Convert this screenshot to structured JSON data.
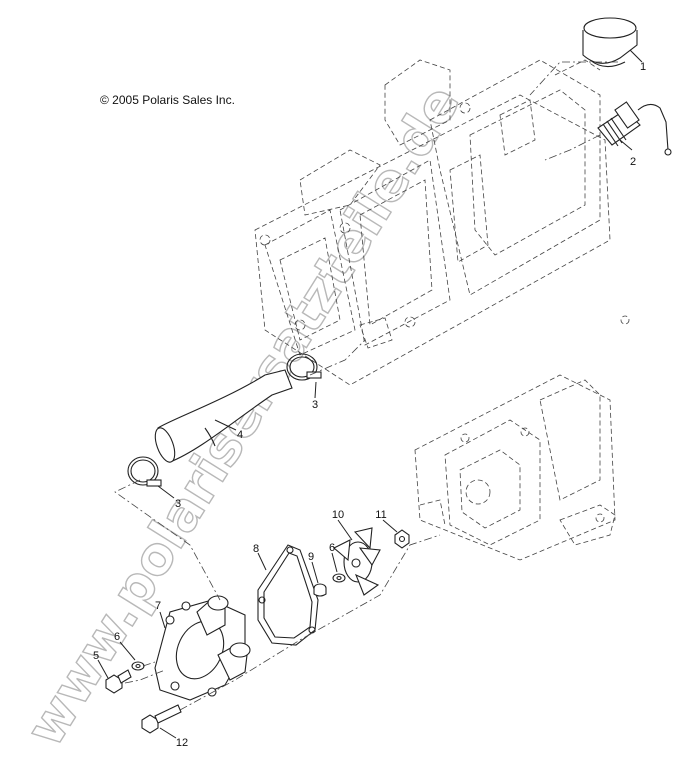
{
  "copyright": "© 2005 Polaris Sales Inc.",
  "watermark": "www.polarisersatzteile.de",
  "callouts": [
    {
      "id": "1",
      "label": "1"
    },
    {
      "id": "2",
      "label": "2"
    },
    {
      "id": "3a",
      "label": "3"
    },
    {
      "id": "3b",
      "label": "3"
    },
    {
      "id": "4",
      "label": "4"
    },
    {
      "id": "5",
      "label": "5"
    },
    {
      "id": "6a",
      "label": "6"
    },
    {
      "id": "6b",
      "label": "6"
    },
    {
      "id": "7",
      "label": "7"
    },
    {
      "id": "8",
      "label": "8"
    },
    {
      "id": "9",
      "label": "9"
    },
    {
      "id": "10",
      "label": "10"
    },
    {
      "id": "11",
      "label": "11"
    },
    {
      "id": "12",
      "label": "12"
    }
  ]
}
